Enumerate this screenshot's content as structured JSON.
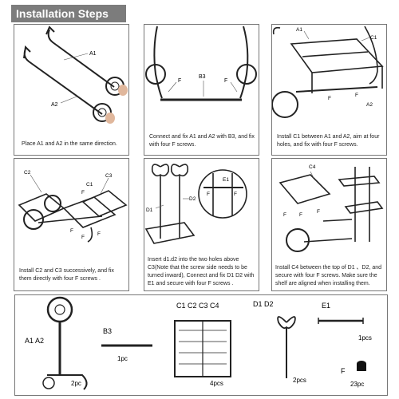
{
  "header": {
    "title": "Installation Steps"
  },
  "steps": [
    {
      "caption": "Place A1 and A2 in the same direction.",
      "labels": [
        "A1",
        "A2"
      ]
    },
    {
      "caption": "Connect and fix A1 and A2 with B3, and fix with four F screws.",
      "labels": [
        "F",
        "B3",
        "F"
      ]
    },
    {
      "caption": "Install C1 between A1 and A2, aim at four holes, and fix with four F screws.",
      "labels": [
        "A1",
        "C1",
        "F",
        "F",
        "A2"
      ]
    },
    {
      "caption": "Install C2 and C3 successively, and fix them directly with four F screws .",
      "labels": [
        "C2",
        "C3",
        "C1",
        "F",
        "F",
        "F",
        "F"
      ]
    },
    {
      "caption": "Insert d1.d2 into the two holes above C3(Note that the screw side needs to be turned inward), Connect and fix D1 D2 with E1 and secure with four F screws .",
      "labels": [
        "D1",
        "D2",
        "E1",
        "F",
        "F"
      ]
    },
    {
      "caption": "Install C4 between the top of D1 、D2, and secure with four F screws. Make sure the shelf are aligned when installing them.",
      "labels": [
        "C4",
        "F",
        "F",
        "F"
      ]
    }
  ],
  "parts": [
    {
      "name": "A1 A2",
      "qty": "2pc"
    },
    {
      "name": "B3",
      "qty": "1pc"
    },
    {
      "name": "C1  C2  C3  C4",
      "qty": "4pcs"
    },
    {
      "name": "D1  D2",
      "qty": "2pcs"
    },
    {
      "name": "E1",
      "qty": "1pcs"
    },
    {
      "name": "F",
      "qty": "23pc"
    }
  ]
}
